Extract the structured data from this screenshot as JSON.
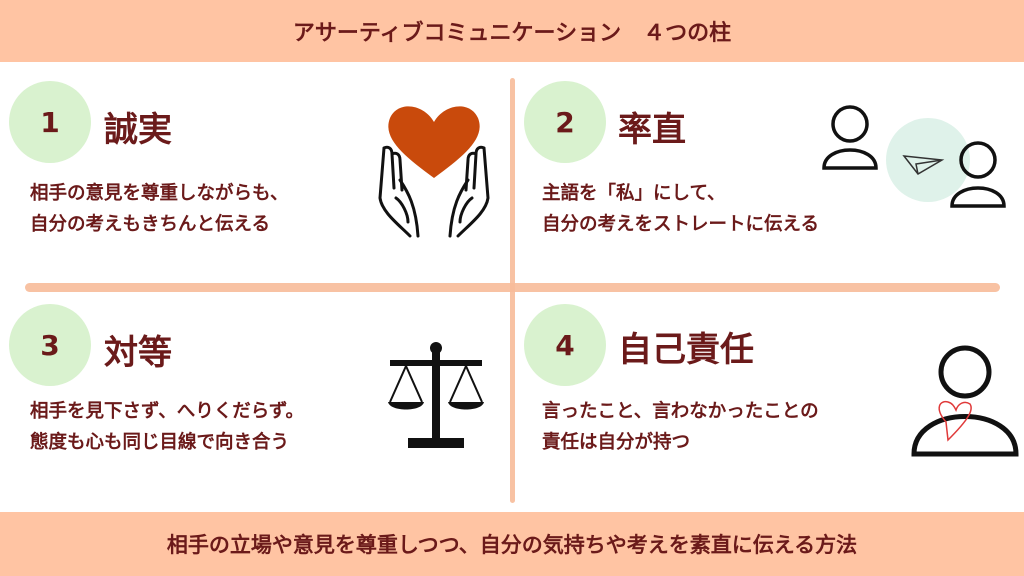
{
  "header": {
    "title": "アサーティブコミュニケーション　４つの柱"
  },
  "footer": {
    "text": "相手の立場や意見を尊重しつつ、自分の気持ちや考えを素直に伝える方法"
  },
  "pillars": [
    {
      "number": "1",
      "title": "誠実",
      "lines": [
        "相手の意見を尊重しながらも、",
        "自分の考えもきちんと伝える"
      ],
      "icon": "hands-heart-icon"
    },
    {
      "number": "2",
      "title": "率直",
      "lines": [
        "主語を「私」にして、",
        "自分の考えをストレートに伝える"
      ],
      "icon": "people-paper-plane-icon"
    },
    {
      "number": "3",
      "title": "対等",
      "lines": [
        "相手を見下さず、へりくだらず。",
        "態度も心も同じ目線で向き合う"
      ],
      "icon": "balance-scale-icon"
    },
    {
      "number": "4",
      "title": "自己責任",
      "lines": [
        "言ったこと、言わなかったことの",
        "責任は自分が持つ"
      ],
      "icon": "person-heart-icon"
    }
  ],
  "colors": {
    "band": "#ffc4a3",
    "text": "#6b1a1a",
    "circle": "#d9f2cf",
    "divider": "#f7bb99",
    "heart": "#c94a0c"
  }
}
